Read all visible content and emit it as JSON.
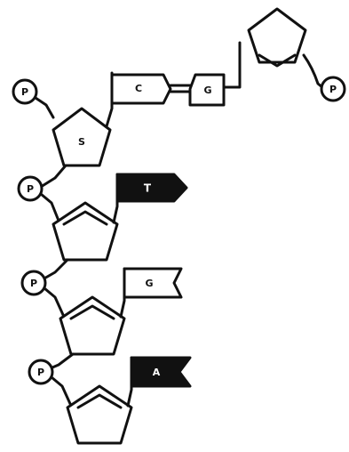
{
  "diagram": {
    "phosphate_label": "P",
    "sugar_label": "S",
    "bases": {
      "top_strand": "C",
      "partner": "G",
      "dark_upper": "T",
      "middle": "G",
      "bottom": "A"
    }
  }
}
